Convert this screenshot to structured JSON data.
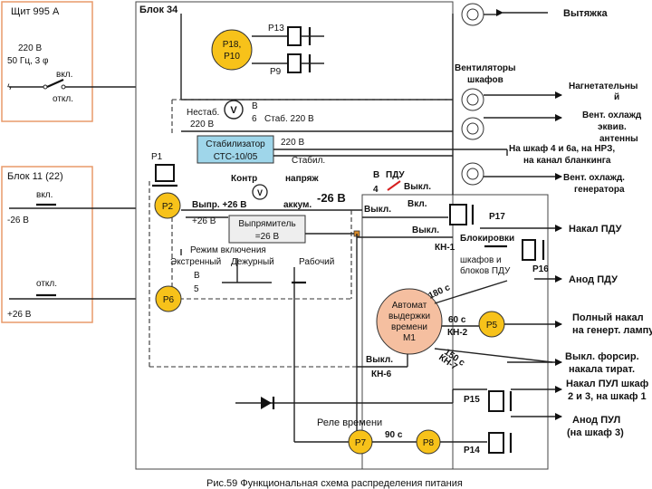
{
  "panels": {
    "shield": {
      "title": "Щит 995 А",
      "line1": "220 В",
      "line2": "50 Гц, 3 φ",
      "on": "вкл.",
      "off": "откл."
    },
    "block11": {
      "title": "Блок 11 (22)",
      "on": "вкл.",
      "volt1": "-26 В",
      "off": "откл.",
      "volt2": "+26 В"
    },
    "block34": {
      "title": "Блок 34"
    }
  },
  "relays": {
    "p18": "Р18,",
    "p10": "Р10",
    "p2": "Р2",
    "p6": "Р6",
    "p5": "Р5",
    "p7": "Р7",
    "p8": "Р8"
  },
  "coil_labels": {
    "p13": "Р13",
    "p9": "Р9",
    "p1": "Р1",
    "p17": "Р17",
    "p16": "Р16",
    "p15": "Р15",
    "p14": "Р14"
  },
  "stabilizer": {
    "box1": "Стабилизатор",
    "box2": "СТС-10/05",
    "out": "220 В",
    "unstab": "Нестаб.",
    "unstab_v": "220 В",
    "b": "В",
    "six": "6",
    "stab": "Стаб. 220 В",
    "stab2": "Стабил."
  },
  "rectifier": {
    "box1": "Выпрямитель",
    "box2": "=26 В",
    "contr": "Контр",
    "volt": "напряж",
    "vypr": "Выпр. +26 В",
    "akkum": "аккум.",
    "akkum_v": "-26 В",
    "plus26": "+26 В"
  },
  "mode": {
    "title": "Режим включения",
    "emerg": "Экстренный",
    "duty": "Дежурный",
    "work": "Рабочий",
    "b": "В",
    "five": "5"
  },
  "pdu": {
    "b": "В",
    "pdu": "ПДУ",
    "four": "4",
    "vykl1": "Выкл.",
    "vkl": "Вкл.",
    "vykl2": "Выкл.",
    "vykl3": "Выкл.",
    "kn1": "КН-1",
    "block": "Блокировки",
    "block2": "шкафов и",
    "block3": "блоков ПДУ"
  },
  "automat": {
    "l1": "Автомат",
    "l2": "выдержки",
    "l3": "времени",
    "l4": "М1",
    "t180": "180 с",
    "t60": "60 с",
    "kn2": "КН-2",
    "t150": "150 с",
    "kn7": "КН-7",
    "vykl": "Выкл.",
    "kn6": "КН-6"
  },
  "timer": {
    "label": "Реле времени",
    "t90": "90 с"
  },
  "outputs": {
    "vytyazhka": "Вытяжка",
    "vent_cab1": "Вентиляторы",
    "vent_cab2": "шкафов",
    "nagnet1": "Нагнетательны",
    "nagnet2": "й",
    "vent_ant1": "Вент. охлажд",
    "vent_ant2": "эквив.",
    "vent_ant3": "антенны",
    "nrz1": "На шкаф 4 и 6а, на НРЗ,",
    "nrz2": "на канал бланкинга",
    "vent_gen1": "Вент. охлажд.",
    "vent_gen2": "генератора",
    "nakal_pdu": "Накал ПДУ",
    "anod_pdu": "Анод ПДУ",
    "full1": "Полный накал",
    "full2": "на генерт. лампу",
    "forc1": "Выкл. форсир.",
    "forc2": "накала тират.",
    "pul1": "Накал ПУЛ шкаф",
    "pul2": "2 и 3, на шкаф 1",
    "anod_pul1": "Анод ПУЛ",
    "anod_pul2": "(на шкаф 3)"
  },
  "caption": "Рис.59 Функциональная схема распределения питания",
  "colors": {
    "relay_fill": "#f7c21a",
    "box_fill": "#9fd6ea",
    "automat_fill": "#f5bfa0",
    "panel_stroke": "#e89a6a"
  }
}
